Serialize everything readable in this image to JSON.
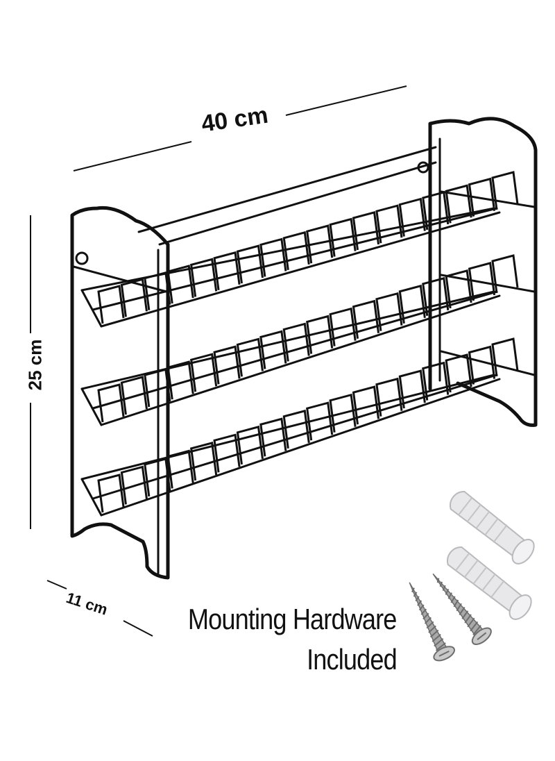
{
  "dimensions": {
    "width": "40 cm",
    "height": "25 cm",
    "depth": "11 cm"
  },
  "caption": {
    "line1": "Mounting Hardware",
    "line2": "Included"
  },
  "colors": {
    "wire": "#111111",
    "anchor": "#e8e8ea",
    "screw": "#a9a9a9"
  },
  "icons": [
    "wall-anchor-icon",
    "screw-icon"
  ]
}
